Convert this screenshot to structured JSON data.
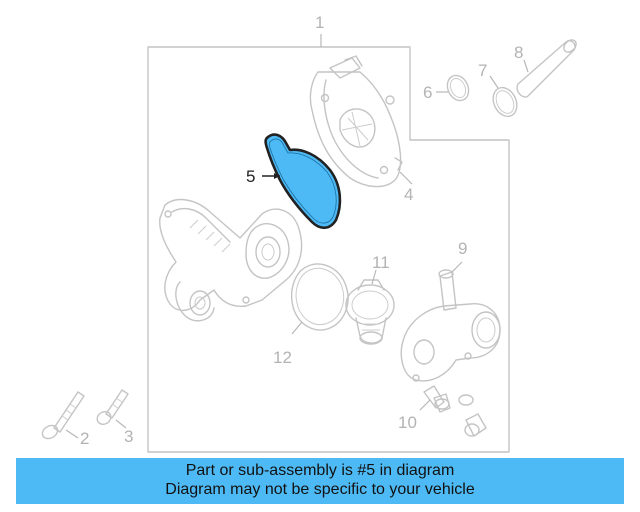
{
  "diagram": {
    "callouts": [
      "1",
      "2",
      "3",
      "4",
      "5",
      "6",
      "7",
      "8",
      "9",
      "10",
      "11",
      "12"
    ],
    "highlighted_part": "5",
    "highlight_color": "#4ebaf5",
    "part_line_color": "#c4c4c4"
  },
  "caption": {
    "line1": "Part or sub-assembly is #5 in diagram",
    "line2": "Diagram may not be specific to your vehicle",
    "background": "#4ebaf5"
  }
}
